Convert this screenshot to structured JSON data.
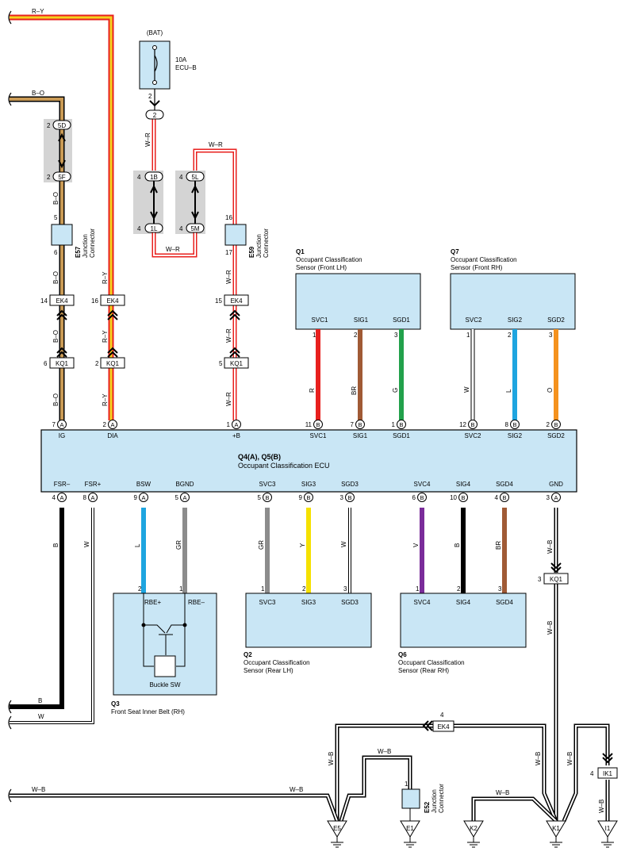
{
  "colors": {
    "R-Y": [
      "#e8201e",
      "#f4d21e"
    ],
    "B-O": [
      "#000000",
      "#c99a55"
    ],
    "W-R": [
      "#e8201e",
      "#ffffff"
    ],
    "W-B": [
      "#000000",
      "#ffffff"
    ],
    "R": "#e8201e",
    "BR": "#a05a35",
    "G": "#22a14b",
    "W": "#ffffff",
    "L": "#1ea5e0",
    "O": "#f5921e",
    "GR": "#8c8c8c",
    "Y": "#f5e100",
    "V": "#7a2c9a",
    "B": "#000000",
    "box_fill": "#c9e6f5",
    "shade": "#d4d4d4"
  },
  "ecu": {
    "title": "Q4(A), Q5(B)",
    "subtitle": "Occupant Classification ECU",
    "top_pins": [
      {
        "num": "7",
        "conn": "A",
        "label": "IG"
      },
      {
        "num": "2",
        "conn": "A",
        "label": "DIA"
      },
      {
        "num": "1",
        "conn": "A",
        "label": "+B"
      },
      {
        "num": "11",
        "conn": "B",
        "label": "SVC1"
      },
      {
        "num": "7",
        "conn": "B",
        "label": "SIG1"
      },
      {
        "num": "1",
        "conn": "B",
        "label": "SGD1"
      },
      {
        "num": "12",
        "conn": "B",
        "label": "SVC2"
      },
      {
        "num": "8",
        "conn": "B",
        "label": "SIG2"
      },
      {
        "num": "2",
        "conn": "B",
        "label": "SGD2"
      }
    ],
    "bottom_pins": [
      {
        "num": "4",
        "conn": "A",
        "label": "FSR–"
      },
      {
        "num": "8",
        "conn": "A",
        "label": "FSR+"
      },
      {
        "num": "9",
        "conn": "A",
        "label": "BSW"
      },
      {
        "num": "5",
        "conn": "A",
        "label": "BGND"
      },
      {
        "num": "5",
        "conn": "B",
        "label": "SVC3"
      },
      {
        "num": "9",
        "conn": "B",
        "label": "SIG3"
      },
      {
        "num": "3",
        "conn": "B",
        "label": "SGD3"
      },
      {
        "num": "6",
        "conn": "B",
        "label": "SVC4"
      },
      {
        "num": "10",
        "conn": "B",
        "label": "SIG4"
      },
      {
        "num": "4",
        "conn": "B",
        "label": "SGD4"
      },
      {
        "num": "3",
        "conn": "A",
        "label": "GND"
      }
    ]
  },
  "wires": {
    "r_y": "R–Y",
    "b_o": "B–O",
    "w_r": "W–R",
    "w_b": "W–B",
    "b": "B",
    "w": "W",
    "r": "R",
    "br": "BR",
    "g": "G",
    "l": "L",
    "o": "O",
    "gr": "GR",
    "y": "Y",
    "v": "V"
  },
  "fuse": {
    "source": "(BAT)",
    "rating": "10A",
    "name": "ECU–B",
    "pin": "2",
    "conn": "2"
  },
  "connectors": {
    "n5D": "5D",
    "n5F": "5F",
    "n1B": "1B",
    "n1L": "1L",
    "n5L": "5L",
    "n5M": "5M",
    "pin2": "2",
    "pin4": "4",
    "ek4": "EK4",
    "kq1": "KQ1",
    "ik1": "IK1",
    "ek4_b_o": "14",
    "ek4_r_y": "16",
    "ek4_w_r": "15",
    "kq1_b_o": "6",
    "kq1_r_y": "2",
    "kq1_w_r": "5",
    "kq1_gnd": "3",
    "ek4_bottom": "4",
    "ik1_pin": "4"
  },
  "junctions": {
    "e57": {
      "id": "E57",
      "line1": "Junction",
      "line2": "Connector",
      "pin_in": "5",
      "pin_out": "6"
    },
    "e59": {
      "id": "E59",
      "line1": "Junction",
      "line2": "Connector",
      "pin_in": "16",
      "pin_out": "17"
    },
    "e52": {
      "id": "E52",
      "line1": "Junction",
      "line2": "Connector",
      "pin": "1"
    }
  },
  "sensors": {
    "q1": {
      "id": "Q1",
      "line1": "Occupant Classification",
      "line2": "Sensor (Front LH)",
      "pins": [
        "SVC1",
        "SIG1",
        "SGD1"
      ],
      "nums": [
        "1",
        "2",
        "3"
      ]
    },
    "q7": {
      "id": "Q7",
      "line1": "Occupant Classification",
      "line2": "Sensor (Front RH)",
      "pins": [
        "SVC2",
        "SIG2",
        "SGD2"
      ],
      "nums": [
        "1",
        "2",
        "3"
      ]
    },
    "q2": {
      "id": "Q2",
      "line1": "Occupant Classification",
      "line2": "Sensor (Rear LH)",
      "pins": [
        "SVC3",
        "SIG3",
        "SGD3"
      ],
      "nums": [
        "1",
        "2",
        "3"
      ]
    },
    "q6": {
      "id": "Q6",
      "line1": "Occupant Classification",
      "line2": "Sensor (Rear RH)",
      "pins": [
        "SVC4",
        "SIG4",
        "SGD4"
      ],
      "nums": [
        "1",
        "2",
        "3"
      ]
    },
    "q3": {
      "id": "Q3",
      "line1": "Front Seat Inner Belt (RH)",
      "pin_plus": "RBE+",
      "pin_minus": "RBE–",
      "switch": "Buckle SW",
      "num_plus": "2",
      "num_minus": "1"
    }
  },
  "grounds": [
    "E5",
    "E1",
    "K2",
    "K1",
    "I1"
  ]
}
